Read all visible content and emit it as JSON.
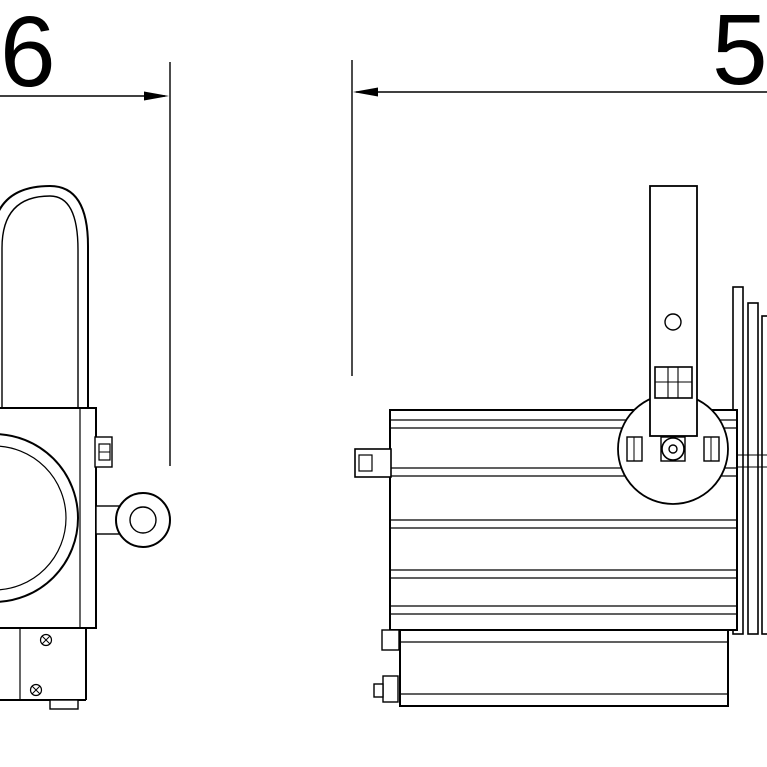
{
  "page": {
    "background": "#ffffff",
    "line_color": "#000000",
    "description_labels": {
      "left_view": "front-view-of-spotlight",
      "right_view": "side-view-of-spotlight"
    }
  },
  "dimensions": {
    "left": {
      "label": "6"
    },
    "right": {
      "label": "5"
    }
  }
}
